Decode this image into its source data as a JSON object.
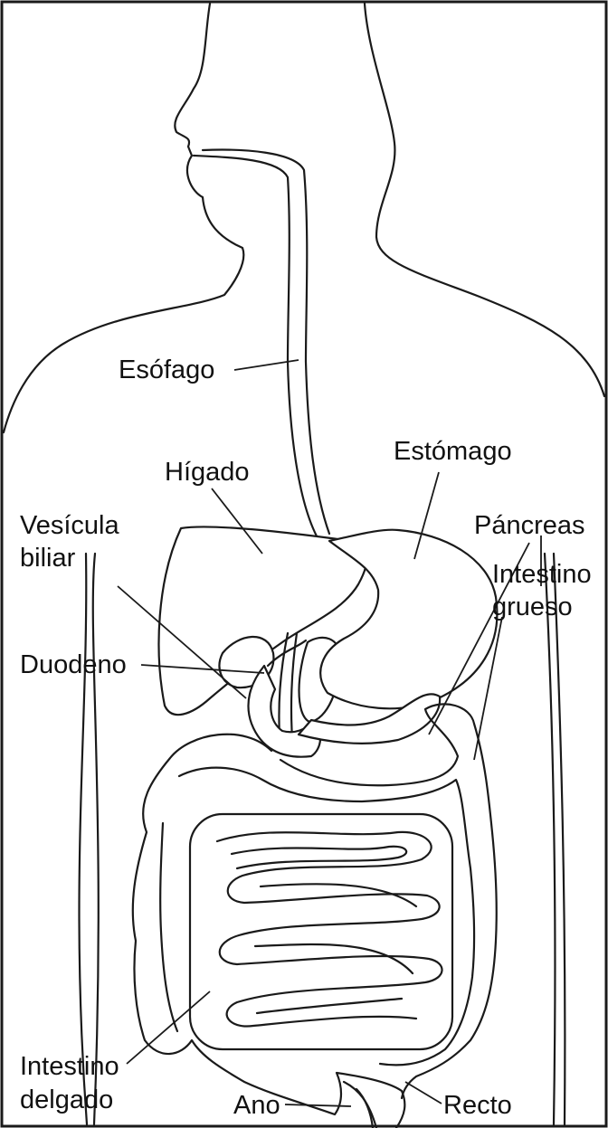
{
  "labels": {
    "esofago": "Esófago",
    "higado": "Hígado",
    "estomago": "Estómago",
    "vesicula_1": "Vesícula",
    "vesicula_2": "biliar",
    "pancreas": "Páncreas",
    "intestino_grueso_1": "Intestino",
    "intestino_grueso_2": "grueso",
    "duodeno": "Duodeno",
    "intestino_delgado_1": "Intestino",
    "intestino_delgado_2": "delgado",
    "ano": "Ano",
    "recto": "Recto"
  },
  "colors": {
    "line": "#1a1a1a",
    "background": "#ffffff"
  }
}
